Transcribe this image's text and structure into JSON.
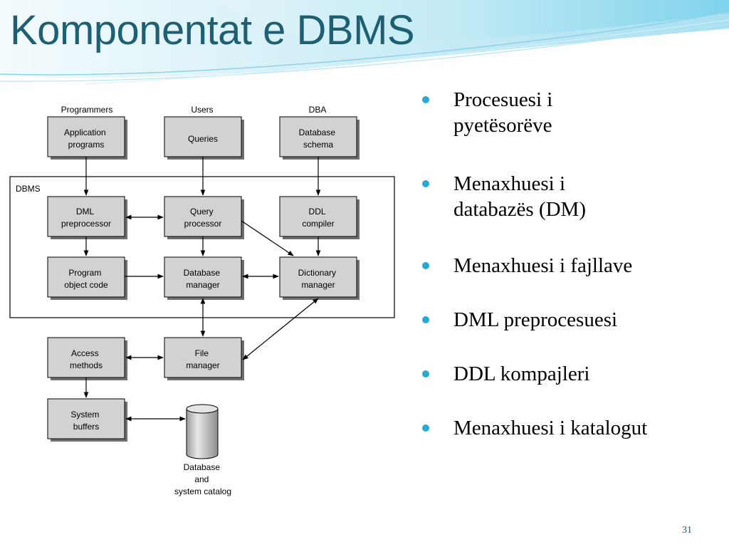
{
  "slide": {
    "title": "Komponentat e DBMS",
    "page_number": "31",
    "accent_color": "#1d5f73",
    "bullet_color": "#27a9d6"
  },
  "bullets": [
    {
      "lines": [
        "Procesuesi i",
        "pyetësorëve"
      ]
    },
    {
      "lines": [
        "Menaxhuesi i",
        "databazës (DM)"
      ]
    },
    {
      "lines": [
        "Menaxhuesi i fajllave"
      ]
    },
    {
      "lines": [
        "DML preprocesuesi"
      ]
    },
    {
      "lines": [
        "DDL kompajleri"
      ]
    },
    {
      "lines": [
        "Menaxhuesi i katalogut"
      ]
    }
  ],
  "diagram": {
    "roles": {
      "programmers": "Programmers",
      "users": "Users",
      "dba": "DBA"
    },
    "dbms_label": "DBMS",
    "boxes": {
      "application_programs": [
        "Application",
        "programs"
      ],
      "queries": [
        "Queries"
      ],
      "database_schema": [
        "Database",
        "schema"
      ],
      "dml_preprocessor": [
        "DML",
        "preprocessor"
      ],
      "query_processor": [
        "Query",
        "processor"
      ],
      "ddl_compiler": [
        "DDL",
        "compiler"
      ],
      "program_object_code": [
        "Program",
        "object code"
      ],
      "database_manager": [
        "Database",
        "manager"
      ],
      "dictionary_manager": [
        "Dictionary",
        "manager"
      ],
      "access_methods": [
        "Access",
        "methods"
      ],
      "file_manager": [
        "File",
        "manager"
      ],
      "system_buffers": [
        "System",
        "buffers"
      ]
    },
    "storage_label": [
      "Database",
      "and",
      "system catalog"
    ]
  }
}
